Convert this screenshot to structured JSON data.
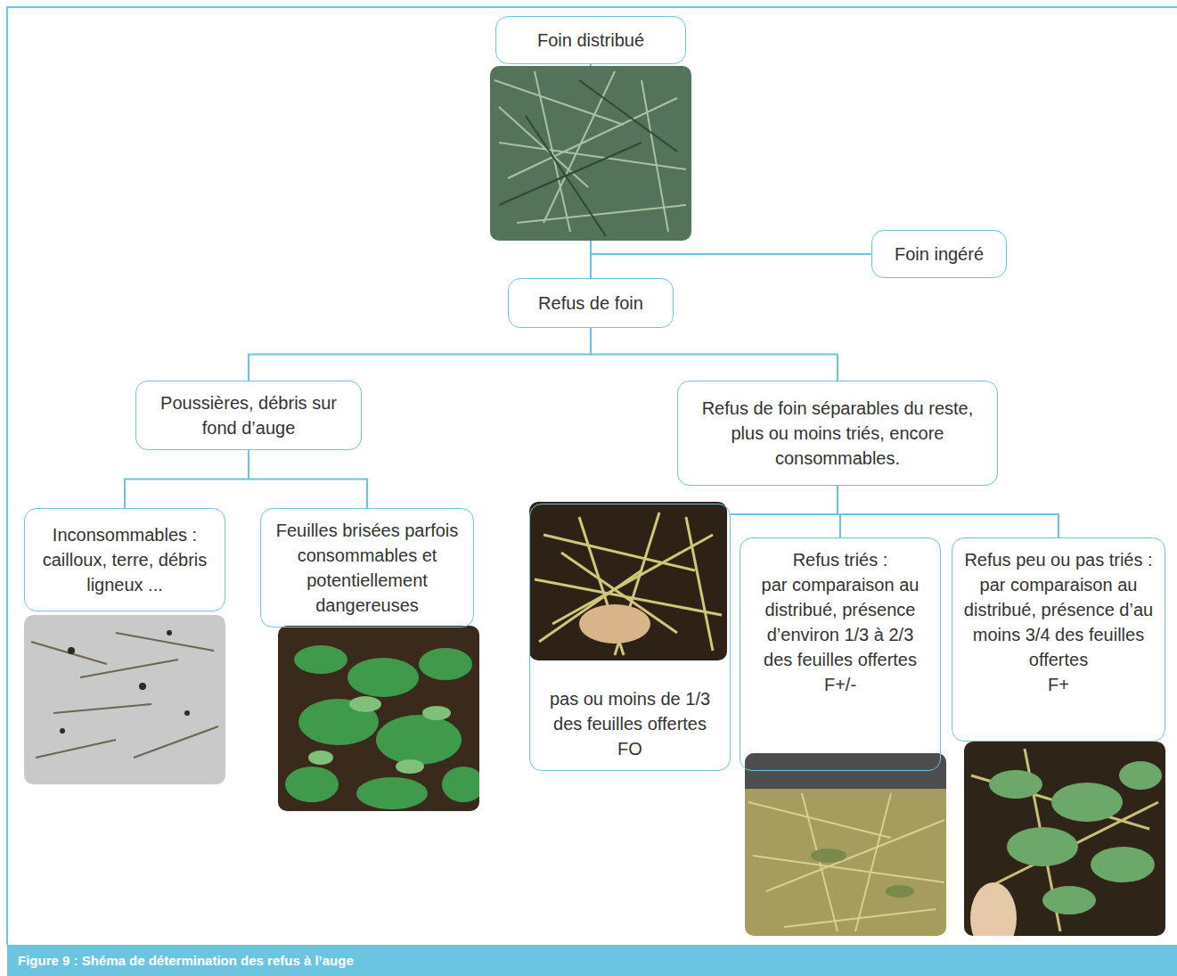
{
  "diagram": {
    "caption": "Figure 9 : Shéma de détermination des refus à l’auge",
    "nodes": [
      {
        "text": [
          "Foin distribué"
        ]
      },
      {
        "text": [
          "Foin ingéré"
        ]
      },
      {
        "text": [
          "Refus de foin"
        ]
      },
      {
        "text": [
          "Poussières, débris sur fond d’auge"
        ]
      },
      {
        "text": [
          "Refus de foin séparables du reste, plus ou moins triés, encore consommables."
        ]
      },
      {
        "text": [
          "Inconsommables : cailloux, terre, débris ligneux ..."
        ]
      },
      {
        "text": [
          "Feuilles brisées parfois consommables et potentiellement dangereuses"
        ]
      },
      {
        "text": [
          "pas ou moins de 1/3 des feuilles offertes",
          "FO"
        ]
      },
      {
        "text": [
          "Refus triés :",
          "par comparaison au distribué, présence d’environ 1/3 à 2/3 des feuilles offertes",
          "F+/-"
        ]
      },
      {
        "text": [
          "Refus peu ou pas triés :",
          "par comparaison au distribué, présence d’au moins 3/4 des feuilles offertes",
          "F+"
        ]
      }
    ],
    "edges": [
      {
        "from": 0,
        "to": 1,
        "arrow": "none"
      },
      {
        "from": 0,
        "to": 2,
        "arrow": "none"
      },
      {
        "from": 2,
        "to": 3,
        "arrow": "none"
      },
      {
        "from": 2,
        "to": 4,
        "arrow": "none"
      },
      {
        "from": 3,
        "to": 5,
        "arrow": "none"
      },
      {
        "from": 3,
        "to": 6,
        "arrow": "none"
      },
      {
        "from": 4,
        "to": 7,
        "arrow": "none"
      },
      {
        "from": 4,
        "to": 8,
        "arrow": "none"
      },
      {
        "from": 4,
        "to": 9,
        "arrow": "none"
      }
    ]
  }
}
